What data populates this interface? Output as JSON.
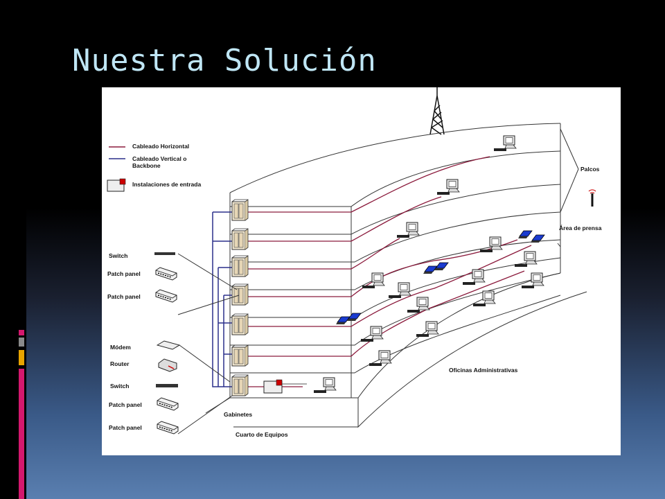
{
  "slide": {
    "title": "Nuestra Solución",
    "colors": {
      "title": "#bfe6f5",
      "accent_pink": "#d4186e",
      "accent_grey": "#8a8a8a",
      "accent_orange": "#e8a400"
    }
  },
  "diagram": {
    "legend": {
      "horizontal": "Cableado Horizontal",
      "vertical_line1": "Cableado Vertical o",
      "vertical_line2": "Backbone",
      "entrance": "Instalaciones de entrada"
    },
    "cable_colors": {
      "horizontal": "#8b1a3c",
      "vertical": "#2a2f8a"
    },
    "devices_upper": [
      "Switch",
      "Patch panel",
      "Patch panel"
    ],
    "devices_lower": [
      "Módem",
      "Router",
      "Switch",
      "Patch panel",
      "Patch panel"
    ],
    "right_labels": {
      "palcos": "Palcos",
      "prensa": "Área de prensa",
      "oficinas": "Oficinas Administrativas"
    },
    "bottom_labels": {
      "gabinetes": "Gabinetes",
      "cuarto": "Cuarto de Equipos"
    }
  }
}
